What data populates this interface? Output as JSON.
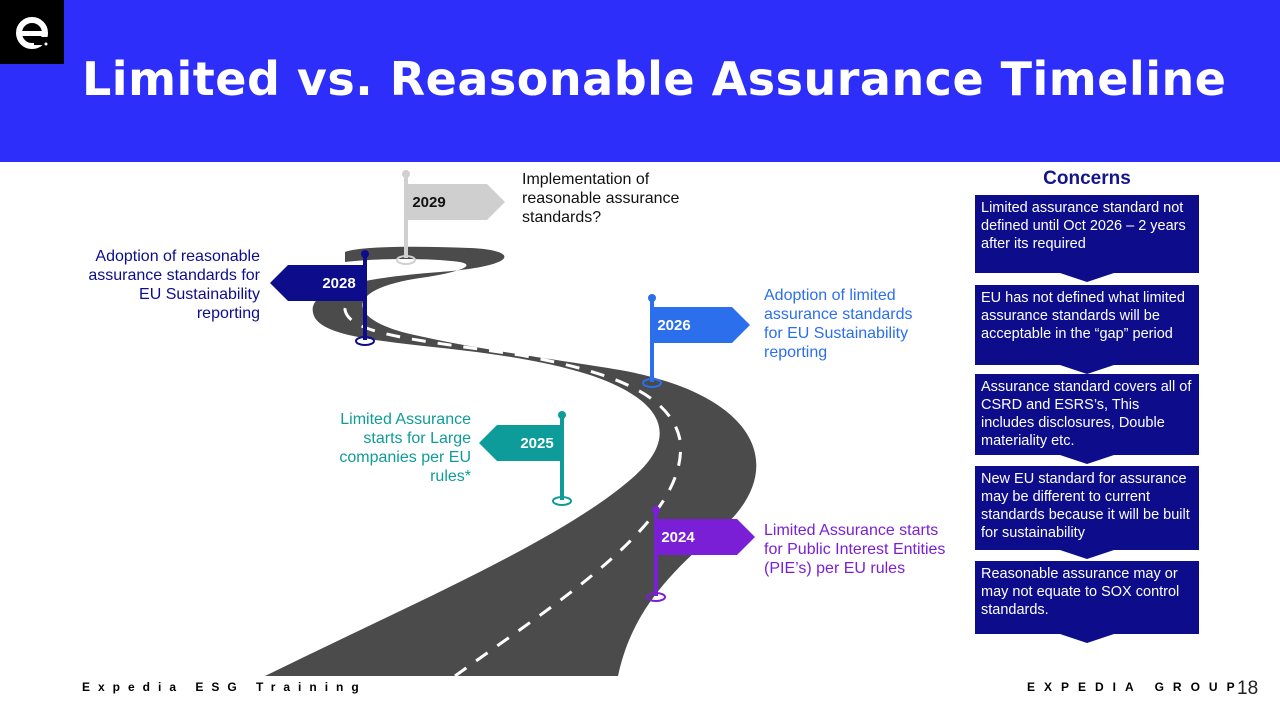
{
  "slide": {
    "title": "Limited vs. Reasonable Assurance Timeline",
    "page_number": "18"
  },
  "colors": {
    "header_bg": "#2e2efb",
    "navy": "#0d0d8c",
    "blue": "#2b6fed",
    "teal": "#0e9c9a",
    "purple": "#7a1fd6",
    "gray": "#cfcfcf",
    "road": "#4b4b4b"
  },
  "milestones": [
    {
      "year": "2029",
      "caption": "Implementation of reasonable assurance standards?"
    },
    {
      "year": "2028",
      "caption": "Adoption of reasonable assurance standards for EU Sustainability reporting"
    },
    {
      "year": "2026",
      "caption": "Adoption of limited assurance standards for EU Sustainability reporting"
    },
    {
      "year": "2025",
      "caption": "Limited Assurance starts for Large companies per EU rules*"
    },
    {
      "year": "2024",
      "caption": "Limited Assurance starts for Public Interest Entities (PIE’s) per EU rules"
    }
  ],
  "concerns": {
    "title": "Concerns",
    "items": [
      "Limited assurance standard not defined until Oct 2026 – 2 years after its required",
      "EU has not defined what limited assurance standards will be acceptable in the “gap” period",
      "Assurance standard covers all of CSRD and ESRS’s, This includes disclosures, Double materiality etc.",
      "New EU standard for assurance may be different to current standards because it will be built for sustainability",
      "Reasonable assurance may or may not equate to SOX control standards."
    ]
  },
  "footer": {
    "left": "Expedia ESG Training",
    "right": "EXPEDIA GROUP"
  }
}
